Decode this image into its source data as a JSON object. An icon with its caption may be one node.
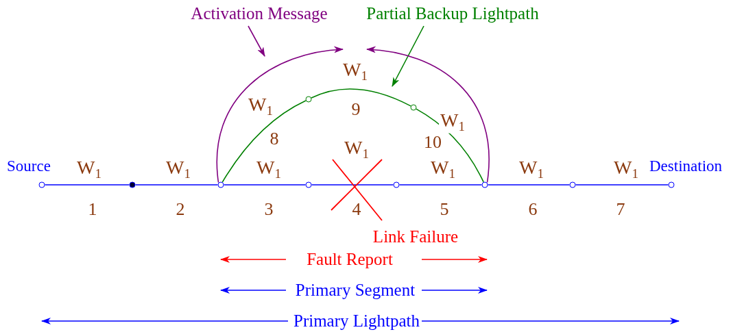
{
  "diagram": {
    "nodes": [
      {
        "text": [],
        "shape": "circle",
        "beside": [
          "Source"
        ]
      },
      {
        "text": [],
        "shape": "circle"
      },
      {
        "text": [],
        "shape": "circle"
      },
      {
        "text": [],
        "shape": "circle"
      },
      {
        "text": [],
        "shape": "circle"
      },
      {
        "text": [],
        "shape": "circle"
      },
      {
        "text": [],
        "shape": "circle"
      },
      {
        "text": [],
        "shape": "circle",
        "beside": [
          "Destination"
        ]
      },
      {
        "text": [],
        "shape": "circle"
      },
      {
        "text": [],
        "shape": "circle"
      },
      {
        "text": [
          "Activation Message"
        ]
      },
      {
        "text": [
          "Partial Backup Lightpath"
        ]
      }
    ],
    "edges": [
      {
        "from": 0,
        "to": 1,
        "arrow": "none",
        "label": "W$_{1}$"
      },
      {
        "from": 1,
        "to": 2,
        "arrow": "none",
        "label": "W$_{1}$"
      },
      {
        "from": 2,
        "to": 3,
        "arrow": "none",
        "label": "W$_{1}$"
      },
      {
        "from": 3,
        "to": 4,
        "arrow": "none",
        "label": "W$_{1}$"
      },
      {
        "from": 4,
        "to": 5,
        "arrow": "none",
        "label": "W$_{1}$"
      },
      {
        "from": 5,
        "to": 6,
        "arrow": "none",
        "label": "W$_{1}$"
      },
      {
        "from": 6,
        "to": 7,
        "arrow": "none",
        "label": "W$_{1}$"
      },
      {
        "from": 2,
        "to": 8,
        "arrow": "none",
        "label": "W$_{1}$",
        "color": "#008000"
      },
      {
        "from": 8,
        "to": 9,
        "arrow": "none",
        "label": "W$_{1}$",
        "color": "#008000"
      },
      {
        "from": 9,
        "to": 5,
        "arrow": "none",
        "label": "W$_{1}$",
        "color": "#008000"
      },
      {
        "from": 10,
        "to": null,
        "arrow": "to",
        "color": "#800080"
      },
      {
        "from": 11,
        "to": null,
        "arrow": "to",
        "color": "#008000"
      },
      {
        "from": 2,
        "to": null,
        "arrow": "to",
        "color": "#800080"
      },
      {
        "from": 5,
        "to": null,
        "arrow": "to",
        "color": "#800080"
      }
    ],
    "labels": [
      "9",
      "8",
      "10",
      "1",
      "2",
      "3",
      "4",
      "5",
      "6",
      "7",
      "Link Failure",
      "Fault Report",
      "Primary Segment",
      "Primary Lightpath"
    ]
  }
}
